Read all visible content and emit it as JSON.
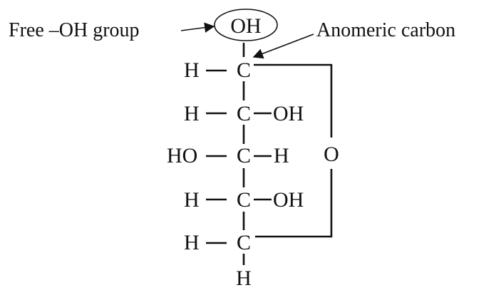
{
  "annotations": {
    "free_oh": "Free –OH group",
    "anomeric": "Anomeric carbon"
  },
  "atoms": {
    "top_oh": "OH",
    "c": "C",
    "h": "H",
    "oh": "OH",
    "ho": "HO",
    "ring_o": "O"
  }
}
